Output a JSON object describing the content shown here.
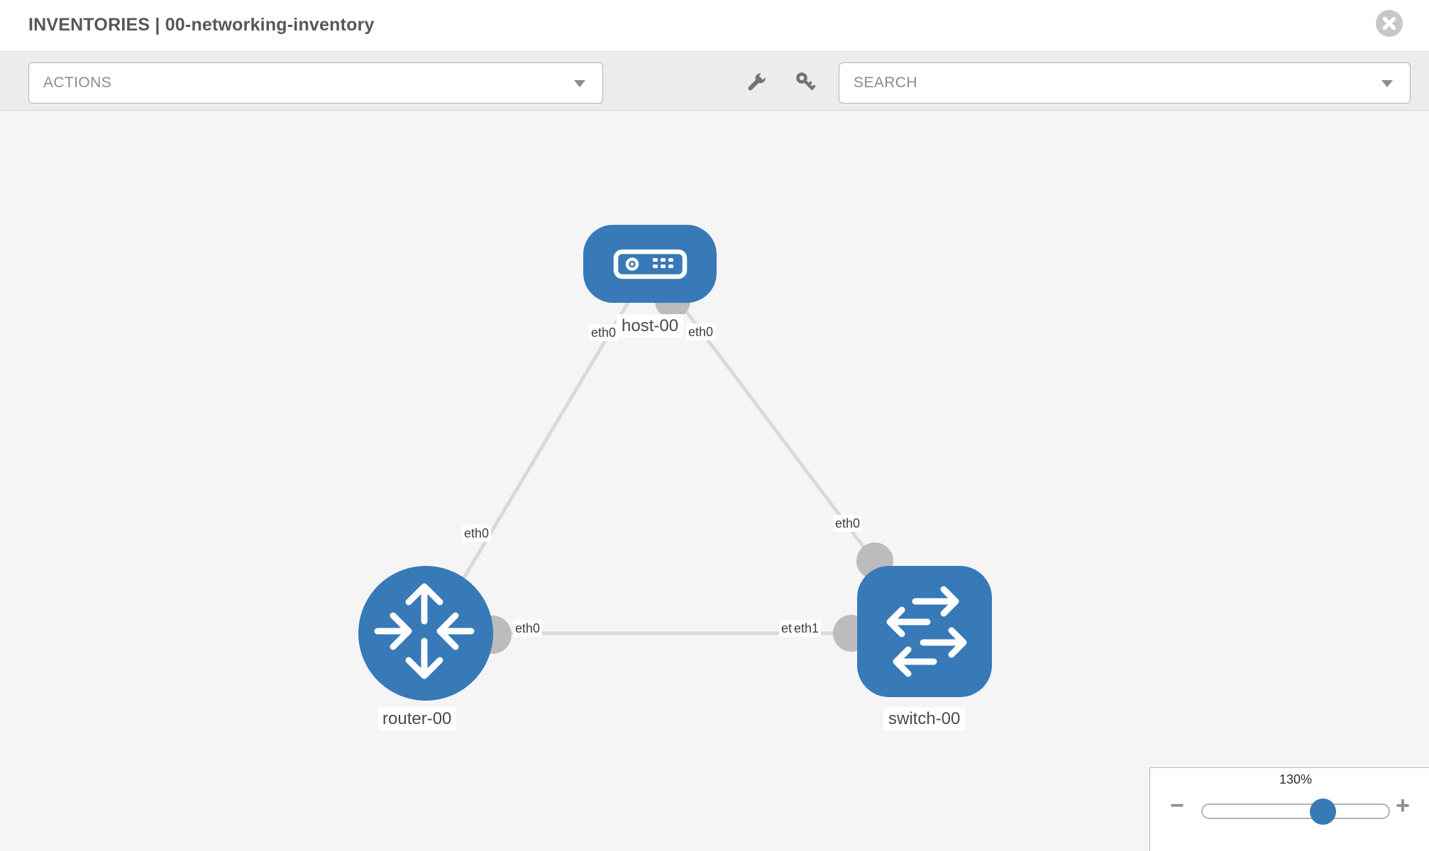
{
  "header": {
    "title": "INVENTORIES | 00-networking-inventory"
  },
  "toolbar": {
    "actions_label": "ACTIONS",
    "search_placeholder": "SEARCH"
  },
  "topology": {
    "nodes": [
      {
        "name": "host-00",
        "type": "host"
      },
      {
        "name": "router-00",
        "type": "router"
      },
      {
        "name": "switch-00",
        "type": "switch"
      }
    ],
    "links": [
      {
        "from": "host-00",
        "from_if": "eth0",
        "to": "router-00",
        "to_if": "eth0"
      },
      {
        "from": "host-00",
        "from_if": "eth0",
        "to": "switch-00",
        "to_if": "eth0"
      },
      {
        "from": "router-00",
        "from_if": "eth0",
        "to": "switch-00",
        "to_if": "eth1",
        "to_if_overlapped": "eth0"
      }
    ]
  },
  "zoom_control": {
    "level": "130%",
    "minus": "−",
    "plus": "+"
  },
  "colors": {
    "node_blue": "#3879b7",
    "link_gray": "#d9d9d9",
    "connector_gray": "#bcbcbc",
    "canvas_bg": "#f5f5f5",
    "toolbar_bg": "#ececec"
  }
}
